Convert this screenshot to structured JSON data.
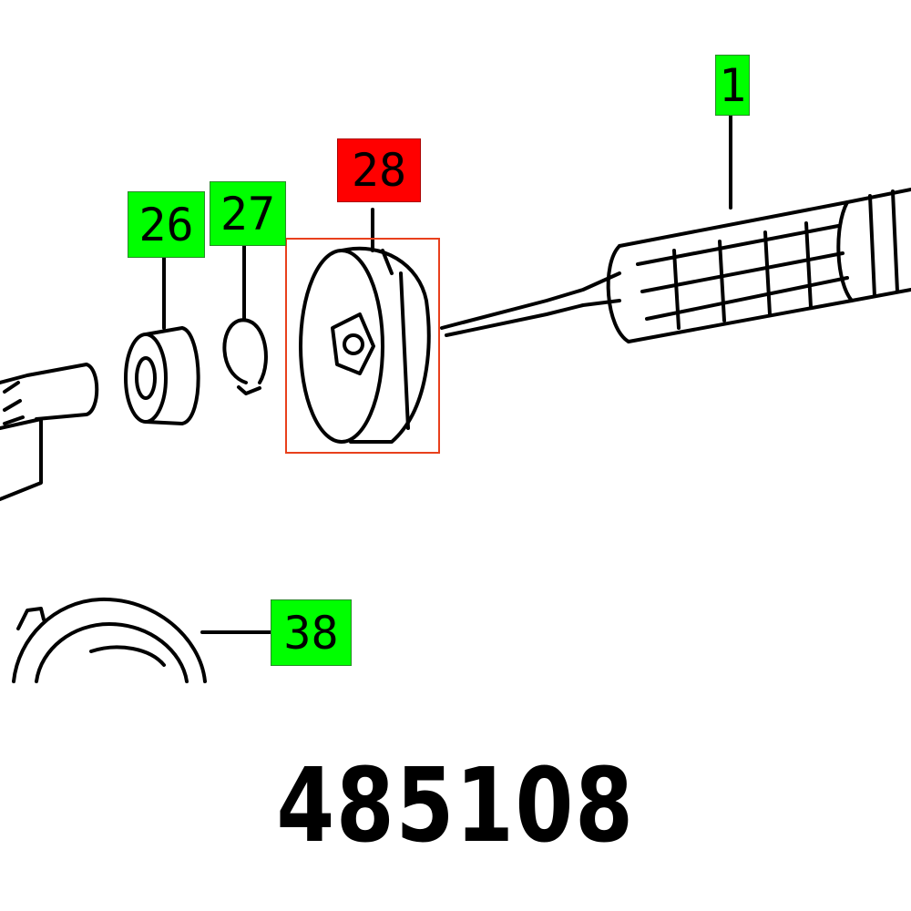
{
  "diagram": {
    "callouts": [
      {
        "label": "1",
        "state": "normal"
      },
      {
        "label": "28",
        "state": "selected"
      },
      {
        "label": "26",
        "state": "normal"
      },
      {
        "label": "27",
        "state": "normal"
      },
      {
        "label": "38",
        "state": "normal"
      }
    ],
    "part_number": "485108",
    "colors": {
      "callout": "#00ff00",
      "selected_callout": "#ff0000",
      "highlight_border": "#e8401c"
    }
  }
}
